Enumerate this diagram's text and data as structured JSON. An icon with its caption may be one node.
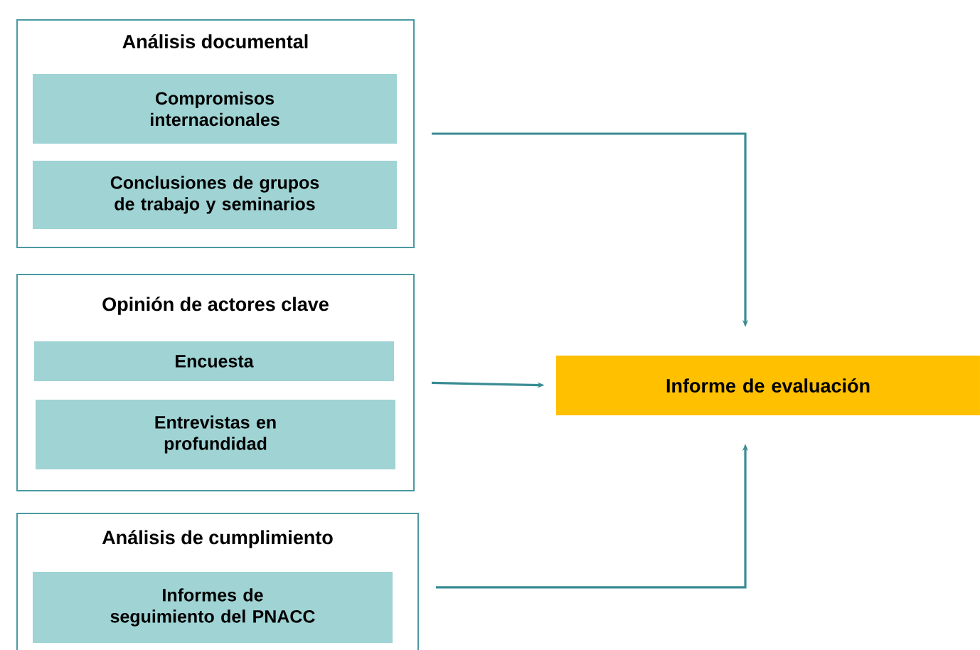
{
  "diagram": {
    "nodes": [
      {
        "text": [
          "Análisis documental"
        ]
      },
      {
        "text": [
          "Compromisos internacionales"
        ],
        "in": 0
      },
      {
        "text": [
          "Conclusiones de grupos de trabajo y seminarios"
        ],
        "in": 0
      },
      {
        "text": [
          "Opinión de actores clave"
        ]
      },
      {
        "text": [
          "Encuesta"
        ],
        "in": 3
      },
      {
        "text": [
          "Entrevistas en profundidad"
        ],
        "in": 3
      },
      {
        "text": [
          "Análisis de cumplimiento"
        ]
      },
      {
        "text": [
          "Informes de seguimiento del PNACC"
        ],
        "in": 6
      },
      {
        "text": [
          "Informe de evaluación"
        ]
      }
    ],
    "edges": [
      {
        "from": 0,
        "to": 8,
        "arrow": "to"
      },
      {
        "from": 3,
        "to": 8,
        "arrow": "to"
      },
      {
        "from": 6,
        "to": 8,
        "arrow": "to"
      }
    ]
  }
}
